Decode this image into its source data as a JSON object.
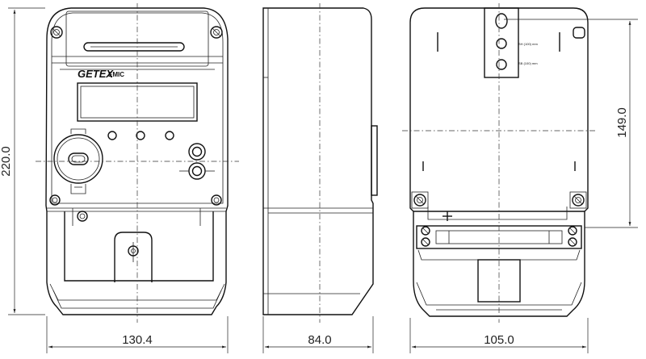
{
  "brand": {
    "logo_text": "GETEX",
    "model_text": "EMIC"
  },
  "back_plate": {
    "hole_label_upper": "SH (100) mm",
    "hole_label_lower": "SB (100) mm"
  },
  "dimensions": {
    "front_height": "220.0",
    "front_width": "130.4",
    "side_depth": "84.0",
    "back_width": "105.0",
    "mount_height": "149.0"
  }
}
